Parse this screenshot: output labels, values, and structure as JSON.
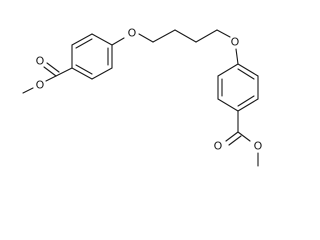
{
  "molecule": {
    "atoms": {
      "o_ester_carbonyl_left": "O",
      "o_ester_methoxy_left": "O",
      "o_ether_left": "O",
      "o_ether_right": "O",
      "o_ester_carbonyl_right": "O",
      "o_ester_methoxy_right": "O"
    }
  }
}
